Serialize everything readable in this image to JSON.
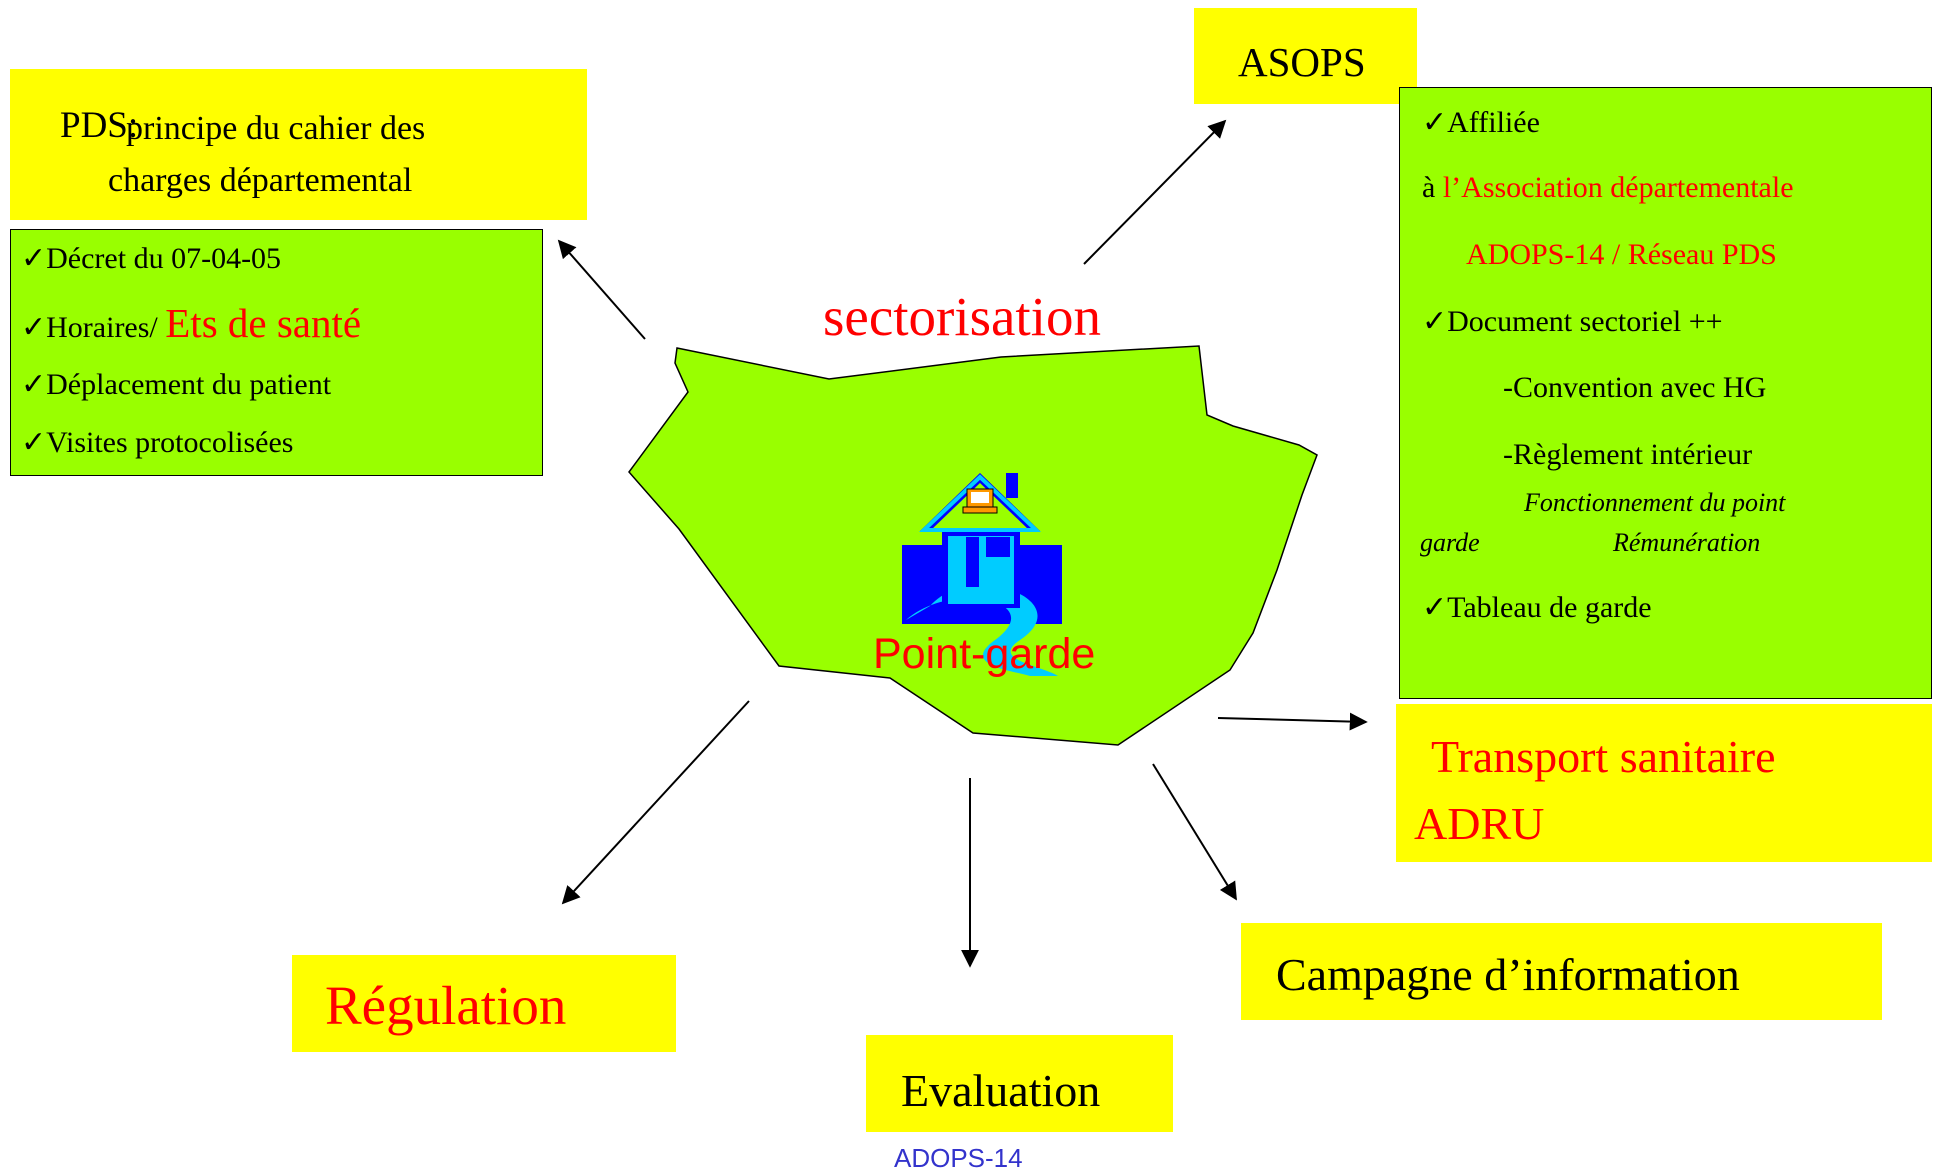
{
  "colors": {
    "yellow": "#ffff00",
    "green": "#99ff00",
    "red": "#ff0000",
    "blue": "#0000ff",
    "footer": "#3333cc"
  },
  "pds": {
    "title_prefix": "PDS:",
    "title_rest": " principe du cahier des",
    "title_line2": "charges départemental",
    "items": {
      "decret": "Décret du 07-04-05",
      "horaires_prefix": "Horaires/ ",
      "horaires_red": "Ets de santé",
      "deplacement": "Déplacement du patient",
      "visites": "Visites protocolisées"
    }
  },
  "asops": {
    "title": "ASOPS",
    "affiliee": "Affiliée",
    "a_prefix": "à ",
    "association": "l’Association départementale",
    "adops_reseau": "ADOPS-14 / Réseau PDS",
    "document": "Document sectoriel ++",
    "convention": "-Convention avec HG",
    "reglement": "-Règlement intérieur",
    "fonctionnement": "Fonctionnement du point",
    "garde": "garde",
    "remuneration": "Rémunération",
    "tableau": "Tableau de garde"
  },
  "center": {
    "sectorisation": "sectorisation",
    "point_garde": "Point-garde",
    "house_icon": "house-with-computer-icon"
  },
  "transport": {
    "line1": "Transport sanitaire",
    "line2": "ADRU"
  },
  "regulation": "Régulation",
  "evaluation": "Evaluation",
  "campagne": "Campagne d’information",
  "footer": "ADOPS-14"
}
